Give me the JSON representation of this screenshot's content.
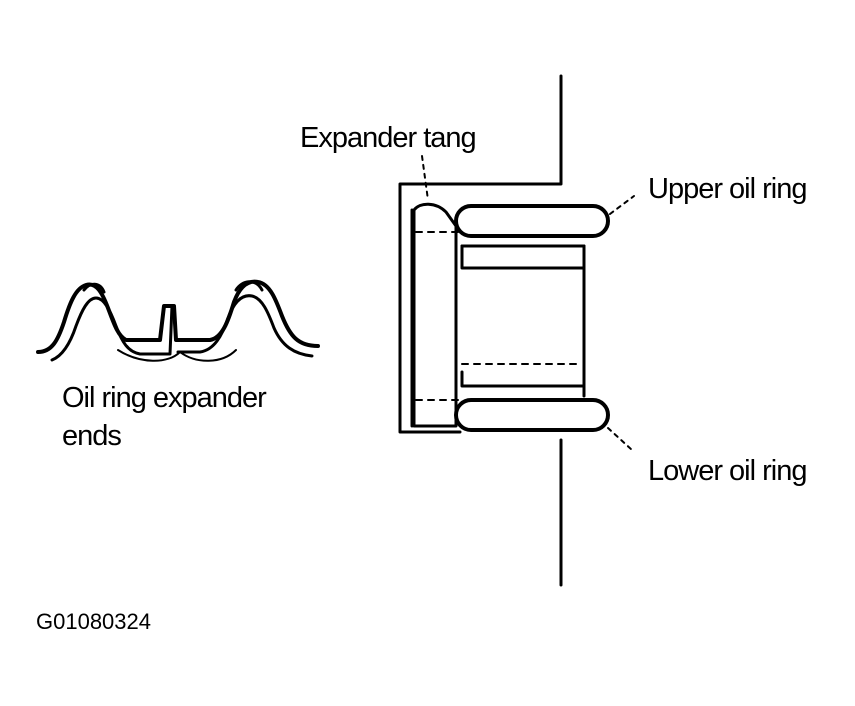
{
  "labels": {
    "expander_tang": "Expander tang",
    "upper_oil_ring": "Upper oil ring",
    "lower_oil_ring": "Lower oil ring",
    "expander_ends_line1": "Oil ring expander",
    "expander_ends_line2": "ends",
    "figure_code": "G01080324"
  },
  "colors": {
    "ink": "#000000",
    "background": "#ffffff"
  }
}
